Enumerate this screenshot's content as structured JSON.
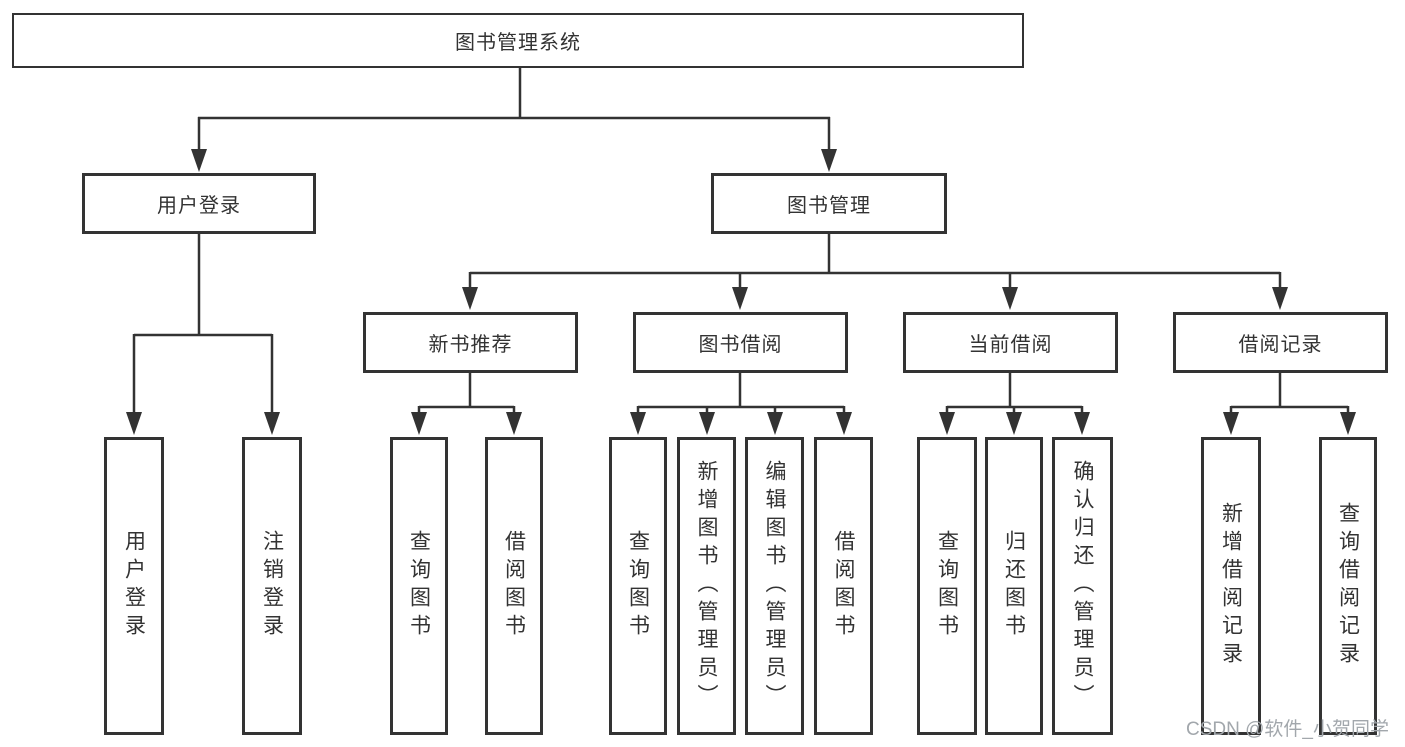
{
  "diagram": {
    "type": "hierarchy-tree",
    "watermark": "CSDN @软件_小贺同学",
    "colors": {
      "line": "#333333",
      "border": "#333333",
      "text": "#333333",
      "watermark": "#a2a7ac",
      "background": "#ffffff"
    },
    "tree": {
      "root": "图书管理系统",
      "branches": [
        {
          "label": "用户登录",
          "children": [
            "用户登录",
            "注销登录"
          ]
        },
        {
          "label": "图书管理",
          "sections": [
            {
              "label": "新书推荐",
              "children": [
                "查询图书",
                "借阅图书"
              ]
            },
            {
              "label": "图书借阅",
              "children": [
                "查询图书",
                "新增图书（管理员）",
                "编辑图书（管理员）",
                "借阅图书"
              ]
            },
            {
              "label": "当前借阅",
              "children": [
                "查询图书",
                "归还图书",
                "确认归还（管理员）"
              ]
            },
            {
              "label": "借阅记录",
              "children": [
                "新增借阅记录",
                "查询借阅记录"
              ]
            }
          ]
        }
      ]
    }
  }
}
